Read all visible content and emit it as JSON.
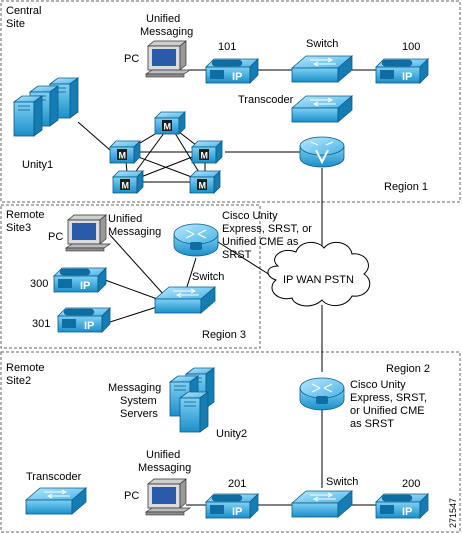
{
  "sites": {
    "central": {
      "name_line1": "Central",
      "name_line2": "Site",
      "region": "Region 1"
    },
    "remote3": {
      "name_line1": "Remote",
      "name_line2": "Site3",
      "region": "Region 3"
    },
    "remote2": {
      "name_line1": "Remote",
      "name_line2": "Site2",
      "region": "Region 2"
    }
  },
  "labels": {
    "um_top_1": "Unified",
    "um_top_2": "Messaging",
    "pc_top": "PC",
    "phone_101": "101",
    "switch_top": "Switch",
    "phone_100": "100",
    "transcoder_top": "Transcoder",
    "unity1": "Unity1",
    "um_r3_1": "Unified",
    "um_r3_2": "Messaging",
    "pc_r3": "PC",
    "srst_r3_1": "Cisco Unity",
    "srst_r3_2": "Express, SRST, or",
    "srst_r3_3": "Unified CME as",
    "srst_r3_4": "SRST",
    "switch_r3": "Switch",
    "phone_300": "300",
    "phone_301": "301",
    "wan": "IP WAN PSTN",
    "srst_r2_1": "Cisco Unity",
    "srst_r2_2": "Express, SRST,",
    "srst_r2_3": "or Unified CME",
    "srst_r2_4": "as SRST",
    "msg_1": "Messaging",
    "msg_2": "System",
    "msg_3": "Servers",
    "unity2": "Unity2",
    "transcoder_r2": "Transcoder",
    "um_r2_1": "Unified",
    "um_r2_2": "Messaging",
    "pc_r2": "PC",
    "phone_201": "201",
    "switch_r2": "Switch",
    "phone_200": "200",
    "fig_id": "271547"
  }
}
